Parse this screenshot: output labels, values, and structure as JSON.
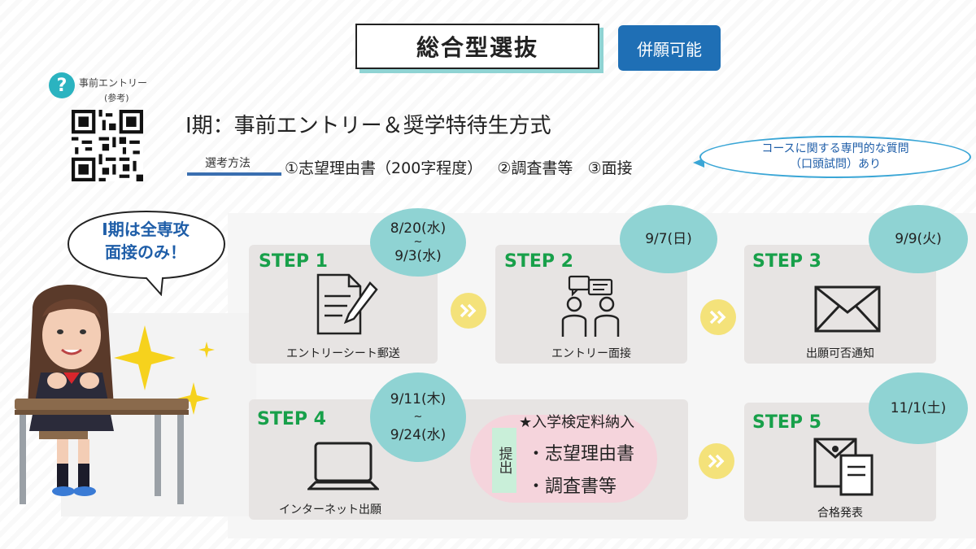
{
  "title": "総合型選抜",
  "badge": "併願可能",
  "pre_entry": {
    "label": "事前エントリー",
    "sub": "(参考)"
  },
  "period_title": "Ⅰ期：事前エントリー＆奨学特待生方式",
  "selection": {
    "label": "選考方法",
    "items": [
      "①志望理由書（200字程度）",
      "②調査書等",
      "③面接"
    ]
  },
  "note": {
    "line1": "コースに関する専門的な質問",
    "line2": "（口頭試問）あり"
  },
  "speech": {
    "line1": "Ⅰ期は全専攻",
    "line2": "面接のみ！"
  },
  "steps": [
    {
      "title": "STEP 1",
      "caption": "エントリーシート郵送",
      "date_lines": [
        "8/20(水)",
        "~",
        "9/3(水)"
      ],
      "icon": "document-pen-icon"
    },
    {
      "title": "STEP 2",
      "caption": "エントリー面接",
      "date_lines": [
        "9/7(日)"
      ],
      "icon": "interview-icon"
    },
    {
      "title": "STEP 3",
      "caption": "出願可否通知",
      "date_lines": [
        "9/9(火)"
      ],
      "icon": "envelope-icon"
    },
    {
      "title": "STEP 4",
      "caption": "インターネット出願",
      "date_lines": [
        "9/11(木)",
        "~",
        "9/24(水)"
      ],
      "icon": "laptop-icon"
    },
    {
      "title": "STEP 5",
      "caption": "合格発表",
      "date_lines": [
        "11/1(土)"
      ],
      "icon": "result-envelope-icon"
    }
  ],
  "fee": "★入学検定料納入",
  "submit": {
    "tag": "提出",
    "items": [
      "・志望理由書",
      "・調査書等"
    ]
  },
  "colors": {
    "accent_blue": "#1f6fb5",
    "step_green": "#18a04a",
    "bubble_teal": "#8fd3d3",
    "arrow_yellow": "#f4e27a"
  }
}
